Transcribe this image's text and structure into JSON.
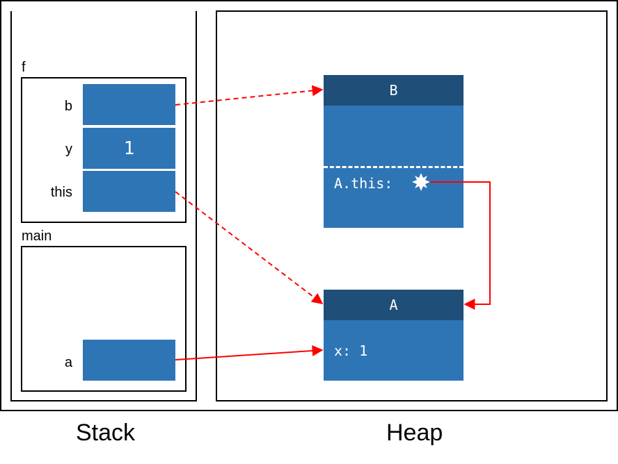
{
  "stack_label": "Stack",
  "heap_label": "Heap",
  "frames": {
    "f": {
      "label": "f",
      "vars": {
        "b": "b",
        "y": "y",
        "y_value": "1",
        "this": "this"
      }
    },
    "main": {
      "label": "main",
      "vars": {
        "a": "a"
      }
    }
  },
  "objects": {
    "B": {
      "title": "B",
      "field": "A.this:"
    },
    "A": {
      "title": "A",
      "field": "x: 1"
    }
  },
  "colors": {
    "slot": "#2E75B6",
    "header": "#1F4E79",
    "arrow": "#FF0000"
  }
}
